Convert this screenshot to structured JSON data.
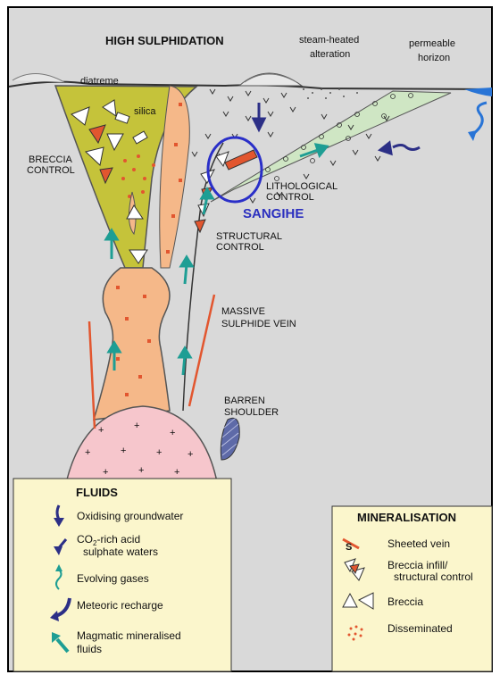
{
  "colors": {
    "background": "#d9d9d9",
    "panel": "#fbf6cc",
    "silica": "#c5c33a",
    "orange_body": "#f5b889",
    "pink_intrusion": "#f6c6cc",
    "green_horizon": "#cfe6c4",
    "sulphide_vein": "#e2562f",
    "barren_shoulder": "#5e6aa8",
    "arrow_teal": "#1e9e94",
    "arrow_navy": "#2c2f86",
    "water": "#2874d6",
    "circle": "#2a2fc8"
  },
  "labels": {
    "title": "HIGH SULPHIDATION",
    "steam_heated_1": "steam-heated",
    "steam_heated_2": "alteration",
    "permeable_1": "permeable",
    "permeable_2": "horizon",
    "diatreme": "diatreme",
    "silica": "silica",
    "breccia_control_1": "BRECCIA",
    "breccia_control_2": "CONTROL",
    "lithological_1": "LITHOLOGICAL",
    "lithological_2": "CONTROL",
    "sangihe": "SANGIHE",
    "structural_1": "STRUCTURAL",
    "structural_2": "CONTROL",
    "massive_1": "MASSIVE",
    "massive_2": "SULPHIDE VEIN",
    "barren_1": "BARREN",
    "barren_2": "SHOULDER"
  },
  "fluids": {
    "title": "FLUIDS",
    "items": [
      {
        "icon": "navy-down-arrow-icon",
        "label": "Oxidising groundwater"
      },
      {
        "icon": "navy-diagonal-arrow-icon",
        "label_prefix": "CO",
        "label_sub": "2",
        "label_suffix": "-rich acid",
        "label_line2": "sulphate waters"
      },
      {
        "icon": "teal-squiggle-icon",
        "label": "Evolving gases"
      },
      {
        "icon": "curved-arrow-icon",
        "label": "Meteoric recharge"
      },
      {
        "icon": "teal-arrow-icon",
        "label": "Magmatic mineralised",
        "label_line2": "fluids"
      }
    ]
  },
  "mineralisation": {
    "title": "MINERALISATION",
    "items": [
      {
        "icon": "sheeted-vein-icon",
        "icon_letter": "S",
        "label": "Sheeted vein"
      },
      {
        "icon": "breccia-infill-icon",
        "label": "Breccia infill/",
        "label_line2": "structural control"
      },
      {
        "icon": "breccia-icon",
        "label": "Breccia"
      },
      {
        "icon": "disseminated-icon",
        "label": "Disseminated"
      }
    ]
  }
}
